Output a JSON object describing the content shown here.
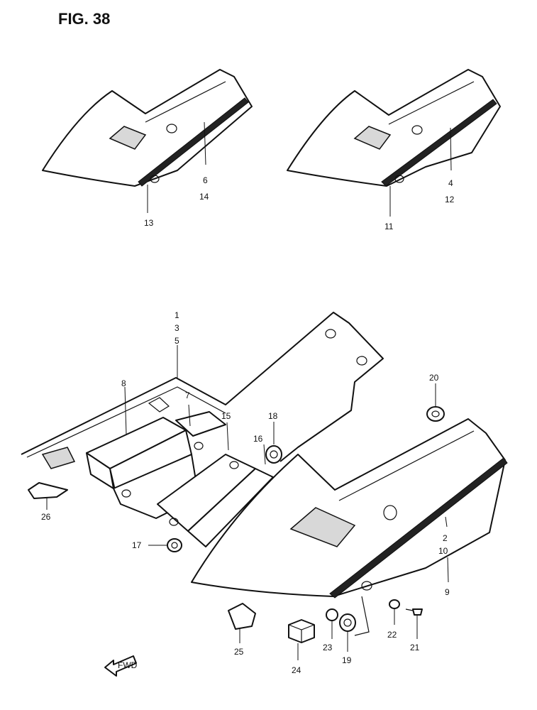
{
  "figure": {
    "title": "FIG. 38"
  },
  "callouts": {
    "c1": "1",
    "c2": "2",
    "c3": "3",
    "c4": "4",
    "c5": "5",
    "c6": "6",
    "c7": "7",
    "c8": "8",
    "c9": "9",
    "c10": "10",
    "c11": "11",
    "c12": "12",
    "c13": "13",
    "c14": "14",
    "c15": "15",
    "c16": "16",
    "c17": "17",
    "c18": "18",
    "c19": "19",
    "c20": "20",
    "c21": "21",
    "c22": "22",
    "c23": "23",
    "c24": "24",
    "c25": "25",
    "c26": "26"
  },
  "direction_marker": {
    "label": "FWD"
  }
}
